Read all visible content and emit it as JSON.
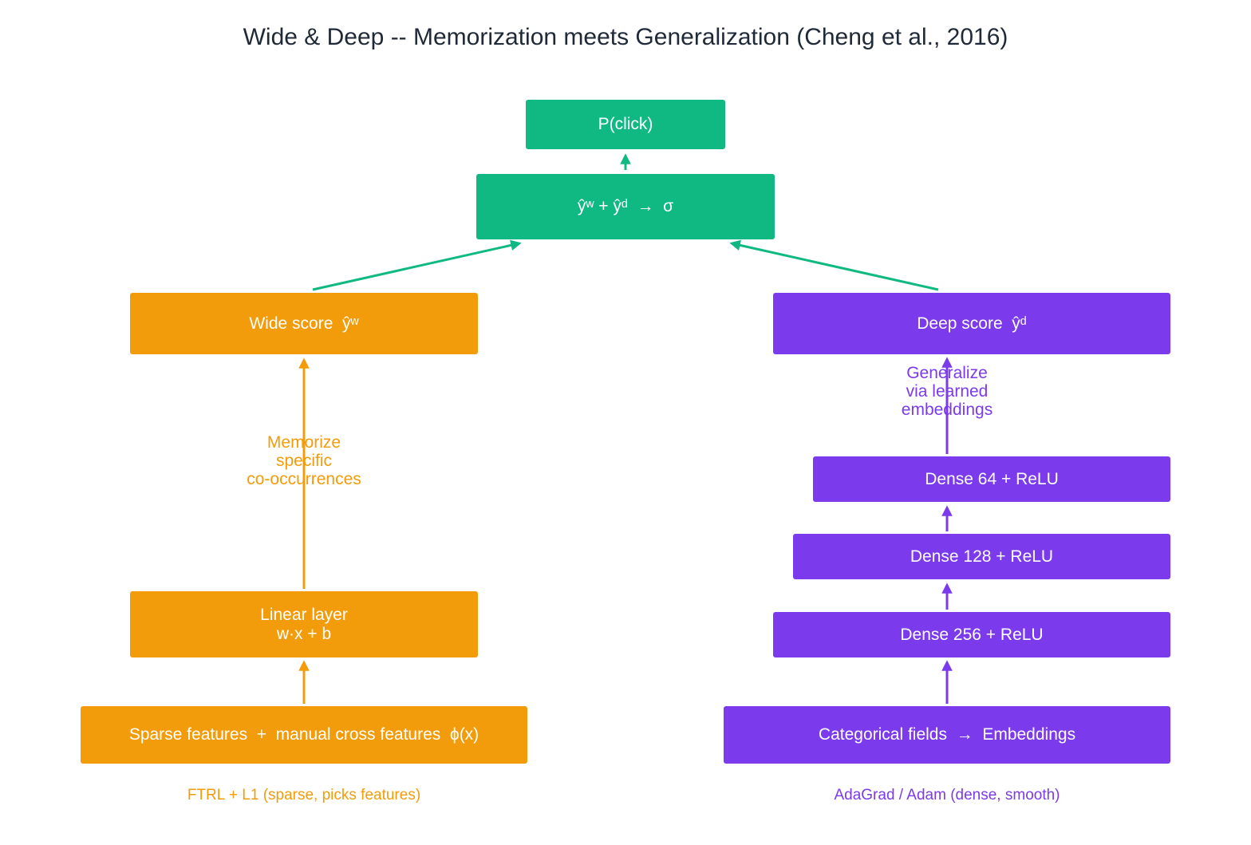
{
  "title": "Wide & Deep -- Memorization meets Generalization (Cheng et al., 2016)",
  "colors": {
    "green": "#10b981",
    "orange": "#f39c0b",
    "purple": "#7c3aed",
    "title": "#1f2937"
  },
  "output": {
    "label": "P(click)",
    "combine": "ŷʷ + ŷᵈ  →  σ"
  },
  "wide": {
    "score": "Wide score  ŷʷ",
    "linear_line1": "Linear layer",
    "linear_line2": "w·x + b",
    "input": "Sparse features  +  manual cross features  ϕ(x)",
    "note_line1": "Memorize",
    "note_line2": "specific",
    "note_line3": "co-occurrences",
    "optimizer": "FTRL + L1 (sparse, picks features)"
  },
  "deep": {
    "score": "Deep score  ŷᵈ",
    "dense64": "Dense 64 + ReLU",
    "dense128": "Dense 128 + ReLU",
    "dense256": "Dense 256 + ReLU",
    "input": "Categorical fields  →  Embeddings",
    "note_line1": "Generalize",
    "note_line2": "via learned",
    "note_line3": "embeddings",
    "optimizer": "AdaGrad / Adam (dense, smooth)"
  }
}
